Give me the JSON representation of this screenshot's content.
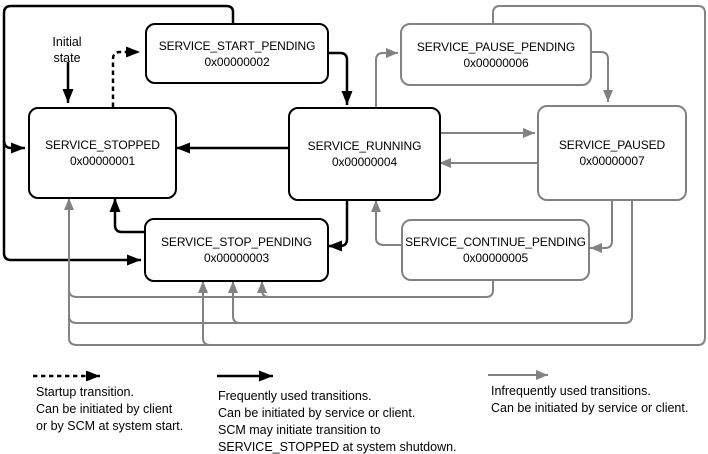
{
  "diagram": {
    "initial_state_label": [
      "Initial",
      "state"
    ],
    "colors": {
      "frequent_transition": "#000000",
      "infrequent_transition": "#828282"
    },
    "states": [
      {
        "name": "SERVICE_STOPPED",
        "code": "0x00000001",
        "emphasis": "black"
      },
      {
        "name": "SERVICE_START_PENDING",
        "code": "0x00000002",
        "emphasis": "black"
      },
      {
        "name": "SERVICE_RUNNING",
        "code": "0x00000004",
        "emphasis": "black"
      },
      {
        "name": "SERVICE_STOP_PENDING",
        "code": "0x00000003",
        "emphasis": "black"
      },
      {
        "name": "SERVICE_PAUSE_PENDING",
        "code": "0x00000006",
        "emphasis": "gray"
      },
      {
        "name": "SERVICE_PAUSED",
        "code": "0x00000007",
        "emphasis": "gray"
      },
      {
        "name": "SERVICE_CONTINUE_PENDING",
        "code": "0x00000005",
        "emphasis": "gray"
      }
    ]
  },
  "legend": {
    "startup": {
      "arrow": "dashed-black-arrow",
      "lines": [
        "Startup transition.",
        "Can be initiated by client",
        "or by SCM at system start."
      ]
    },
    "frequent": {
      "arrow": "solid-black-arrow",
      "lines": [
        "Frequently used transitions.",
        "Can be initiated by service or client.",
        "SCM may initiate transition to",
        "SERVICE_STOPPED at system shutdown."
      ]
    },
    "infrequent": {
      "arrow": "solid-gray-arrow",
      "lines": [
        "Infrequently used transitions.",
        "Can be initiated by service or client."
      ]
    }
  }
}
